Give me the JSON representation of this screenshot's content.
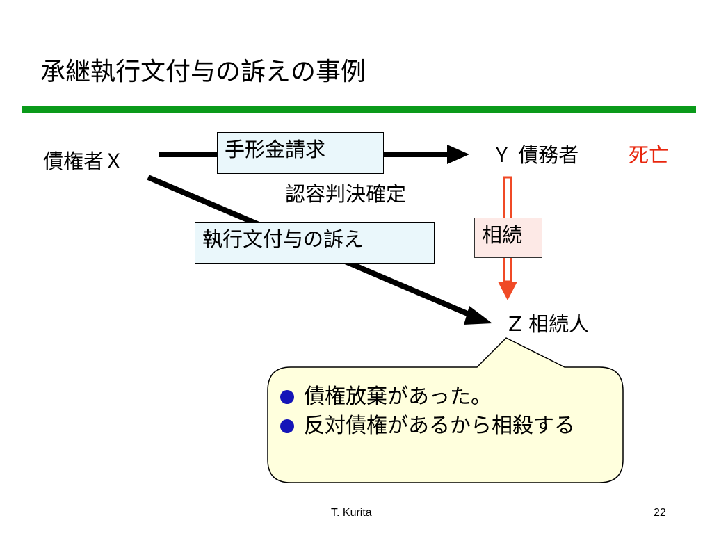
{
  "slide": {
    "title": "承継執行文付与の訴えの事例",
    "accent_color": "#0a9a1a"
  },
  "diagram": {
    "creditor": "債権者Ｘ",
    "debtor": "Ｙ 債務者",
    "death": "死亡",
    "heir": "Z 相続人",
    "bill_claim": "手形金請求",
    "judgment": "認容判決確定",
    "execution_suit": "執行文付与の訴え",
    "inheritance": "相続",
    "colors": {
      "death_text": "#e8260d",
      "box_fill": "#eaf7fb",
      "inherit_fill": "#fde9e6",
      "inherit_arrow": "#f04a26",
      "callout_fill": "#ffffdd",
      "bullet": "#1515b8"
    }
  },
  "callout": {
    "items": [
      "債権放棄があった。",
      "反対債権があるから相殺する"
    ]
  },
  "footer": {
    "author": "T. Kurita",
    "page": "22"
  }
}
